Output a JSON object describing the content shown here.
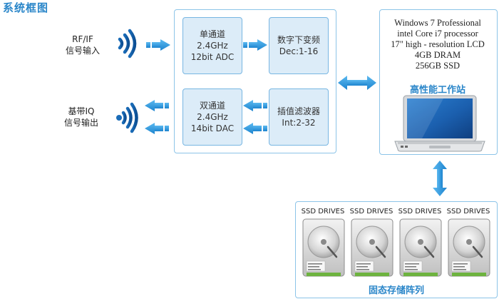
{
  "title": "系统框图",
  "rf_input": {
    "line1": "RF/IF",
    "line2": "信号输入"
  },
  "bb_output": {
    "line1": "基带IQ",
    "line2": "信号输出"
  },
  "blocks": {
    "adc": {
      "line1": "单通道",
      "line2": "2.4GHz",
      "line3": "12bit ADC"
    },
    "ddc": {
      "line1": "数字下变频",
      "line2": "Dec:1-16"
    },
    "dac": {
      "line1": "双通道",
      "line2": "2.4GHz",
      "line3": "14bit DAC"
    },
    "interp": {
      "line1": "插值滤波器",
      "line2": "Int:2-32"
    }
  },
  "workstation": {
    "specs": [
      "Windows 7 Professional",
      "intel Core i7 processor",
      "17\" high - resolution LCD",
      "4GB DRAM",
      "256GB  SSD"
    ],
    "label": "高性能工作站"
  },
  "storage": {
    "drives": [
      "SSD DRIVES",
      "SSD DRIVES",
      "SSD DRIVES",
      "SSD DRIVES"
    ],
    "label": "固态存储阵列"
  },
  "colors": {
    "accent": "#2a86c9",
    "arrow": "#2f9be0",
    "panel_border": "#8cc4e8",
    "block_fill": "#dcecf8"
  },
  "icons": [
    "wireless-signal-icon",
    "arrow-right-icon",
    "arrow-left-icon",
    "double-arrow-icon",
    "laptop-icon",
    "hard-drive-icon"
  ]
}
